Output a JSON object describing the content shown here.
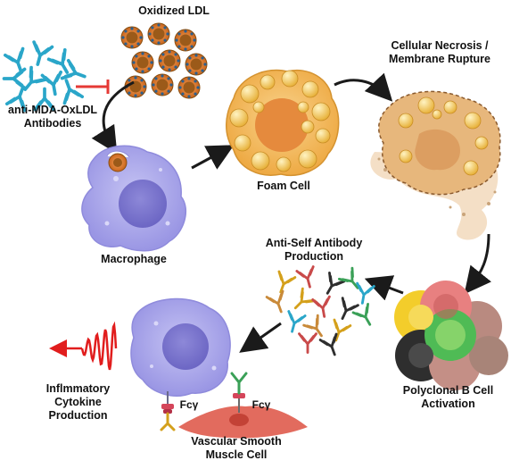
{
  "labels": {
    "oxidized_ldl": "Oxidized LDL",
    "antibodies_line1": "anti-MDA-OxLDL",
    "antibodies_line2": "Antibodies",
    "macrophage": "Macrophage",
    "foam_cell": "Foam Cell",
    "necrosis_line1": "Cellular Necrosis /",
    "necrosis_line2": "Membrane Rupture",
    "anti_self_line1": "Anti-Self Antibody",
    "anti_self_line2": "Production",
    "b_cell_line1": "Polyclonal B Cell",
    "b_cell_line2": "Activation",
    "cytokine_line1": "Inflmmatory",
    "cytokine_line2": "Cytokine",
    "cytokine_line3": "Production",
    "vsmc_line1": "Vascular Smooth",
    "vsmc_line2": "Muscle Cell",
    "fc_receptor_1": "Fcγ",
    "fc_receptor_2": "Fcγ"
  },
  "colors": {
    "antibody_blue": "#2aa6c9",
    "macrophage": "#a9a6ea",
    "foam": "#f2b75a",
    "necrotic": "#e6b67a",
    "inhibit": "#e53935",
    "cytokine_wave": "#e11d1d",
    "vsmc": "#e26b5e",
    "arrow": "#1a1a1a"
  }
}
